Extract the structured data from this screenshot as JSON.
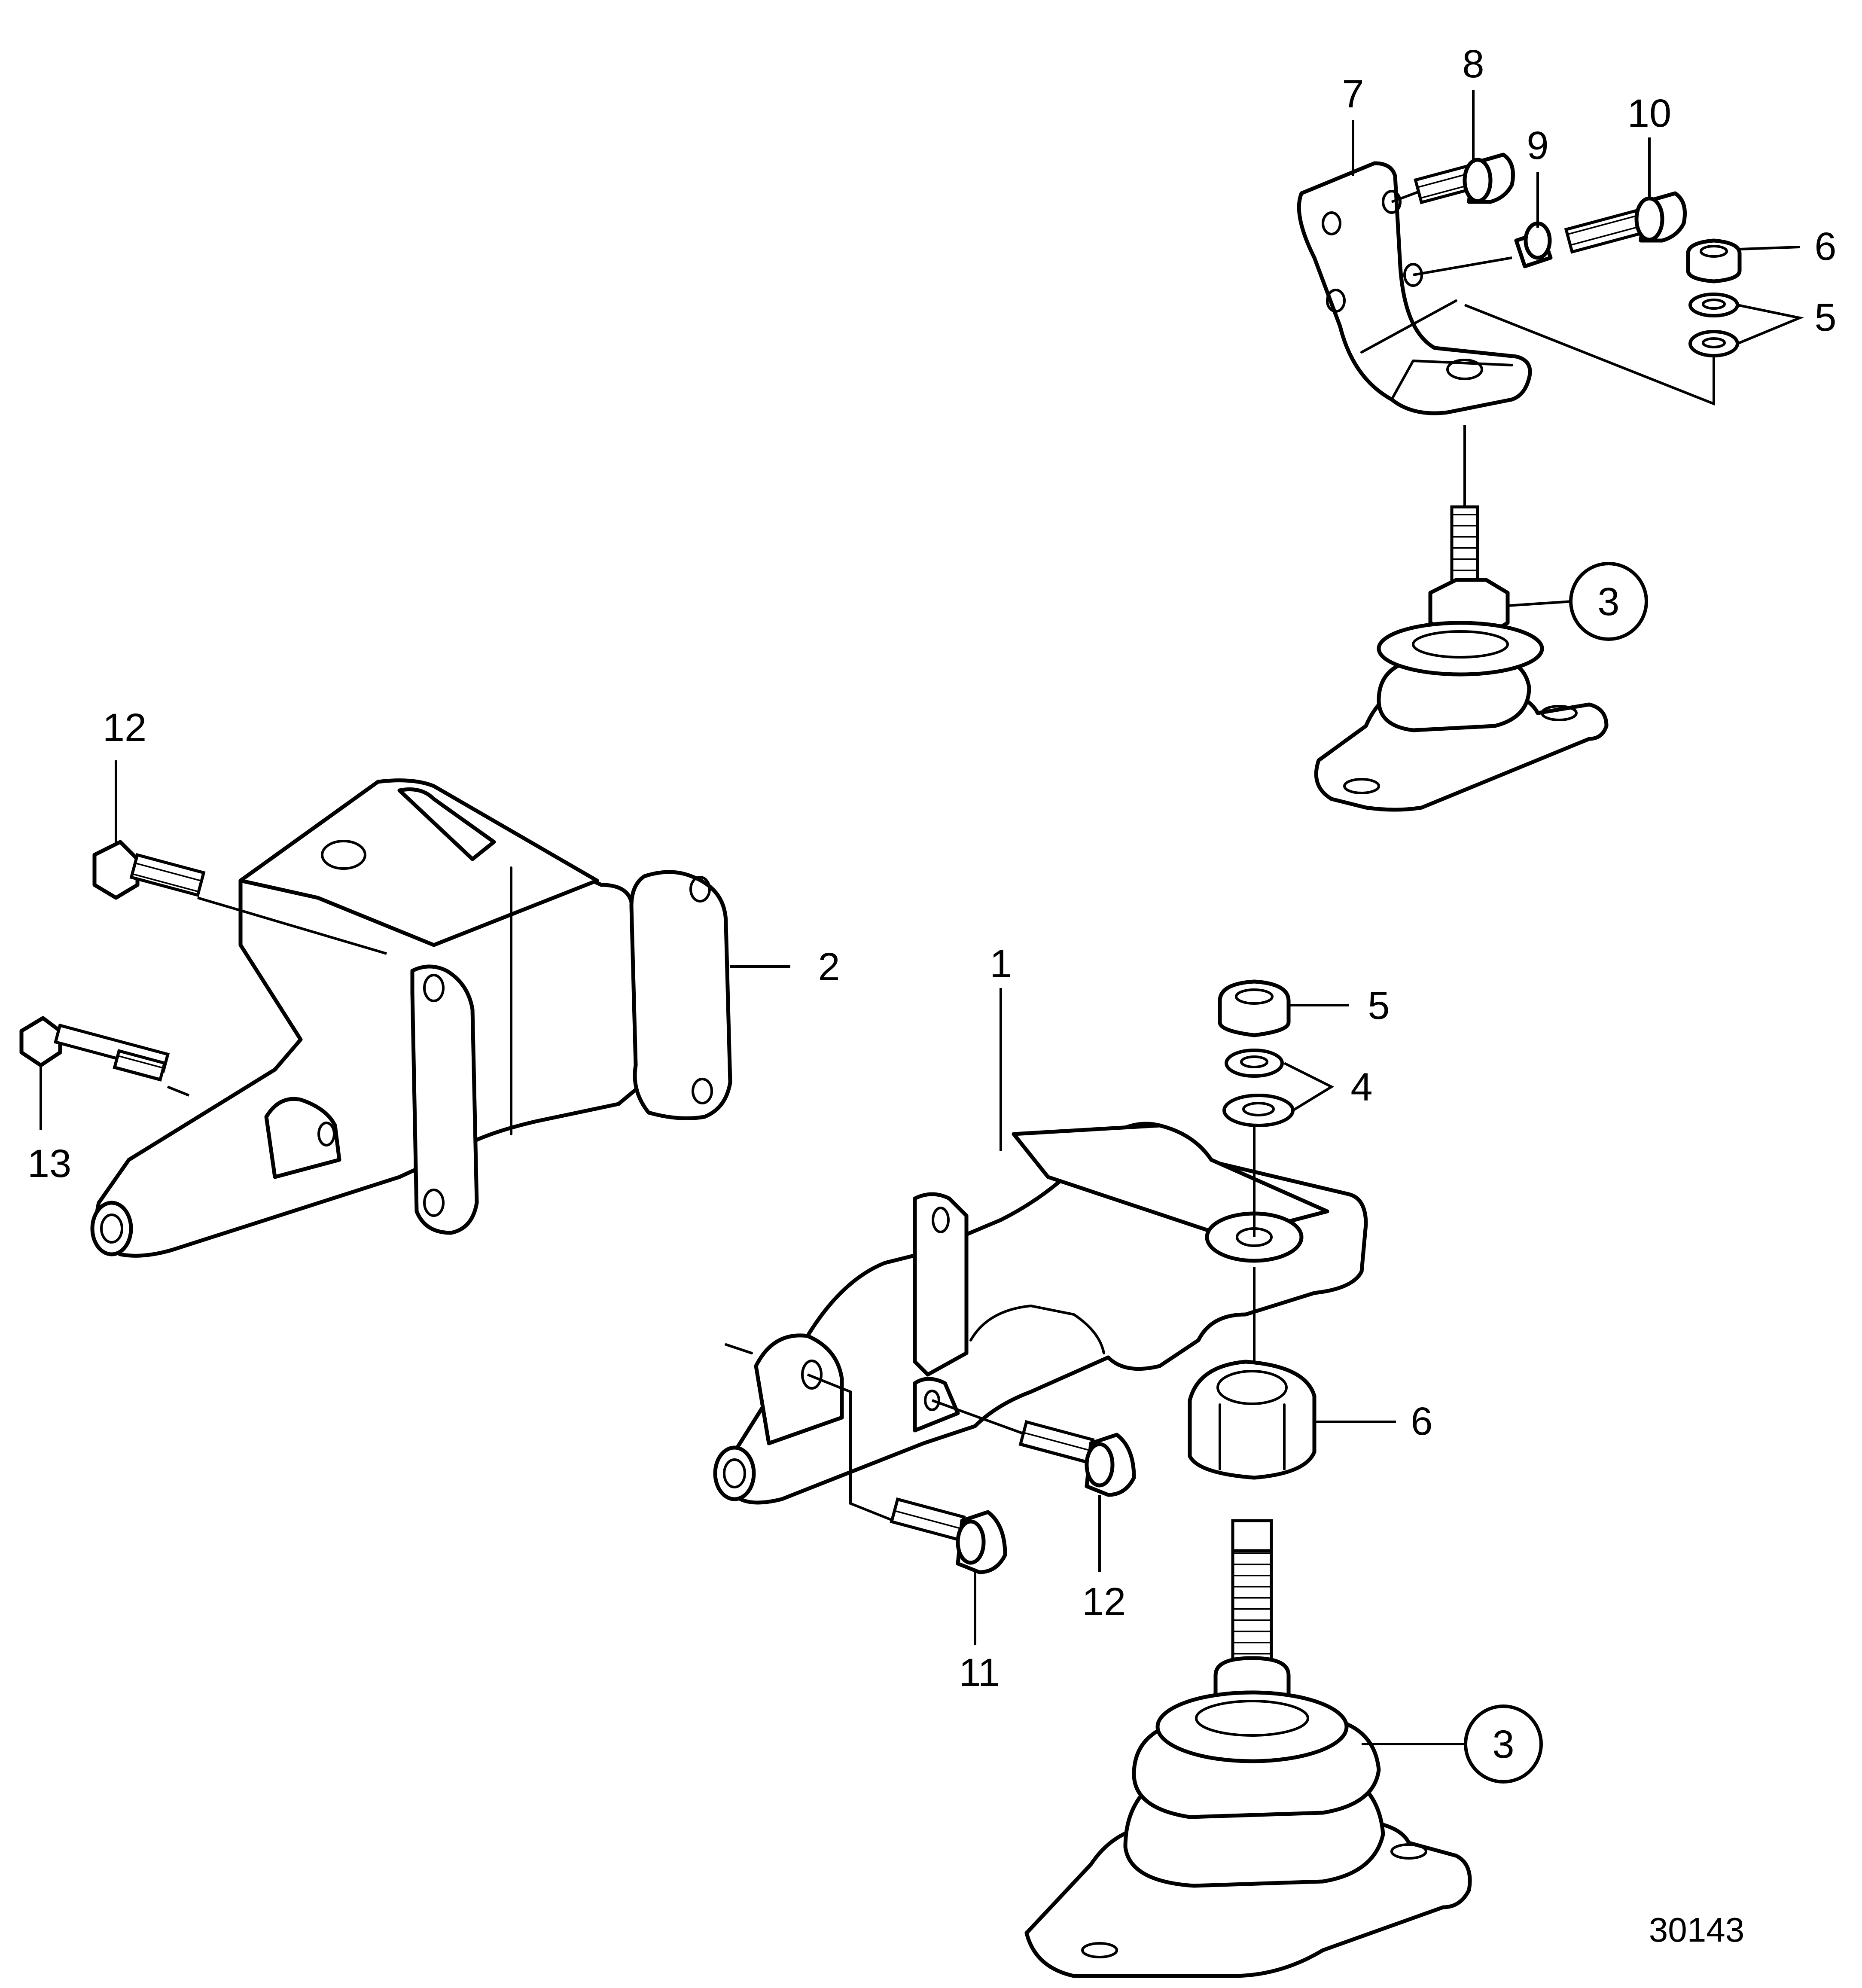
{
  "figure_number": "30143",
  "callouts": {
    "c1": "1",
    "c2": "2",
    "c3_top": "3",
    "c3_bottom": "3",
    "c4": "4",
    "c5_top": "5",
    "c5_mid": "5",
    "c6_top": "6",
    "c6_bottom": "6",
    "c7": "7",
    "c8": "8",
    "c9": "9",
    "c10": "10",
    "c11": "11",
    "c12_left": "12",
    "c12_bottom": "12",
    "c13": "13"
  }
}
